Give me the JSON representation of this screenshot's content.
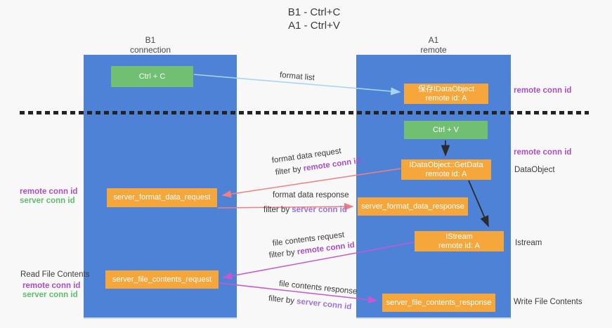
{
  "title": {
    "line1": "B1 - Ctrl+C",
    "line2": "A1 - Ctrl+V"
  },
  "lanes": {
    "left": {
      "title": "B1",
      "subtitle": "connection"
    },
    "right": {
      "title": "A1",
      "subtitle": "remote"
    }
  },
  "boxes": {
    "ctrl_c": {
      "label": "Ctrl + C"
    },
    "save_idataobject": {
      "line1": "保存IDataObject",
      "line2": "remote id: A"
    },
    "ctrl_v": {
      "label": "Ctrl + V"
    },
    "getdata": {
      "line1": "IDataObject::GetData",
      "line2": "remote id: A"
    },
    "format_request": {
      "label": "server_format_data_request"
    },
    "format_response": {
      "label": "server_format_data_response"
    },
    "istream": {
      "line1": "IStream",
      "line2": "remote id: A"
    },
    "file_request": {
      "label": "server_file_contents_request"
    },
    "file_response": {
      "label": "server_file_contents_response"
    }
  },
  "flow_labels": {
    "format_list": "format list",
    "format_data_request": "format data request",
    "format_data_request_filter_prefix": "filter by ",
    "format_data_request_filter_key": "remote conn id",
    "format_data_response": "format data response",
    "format_data_response_filter_prefix": "filter by ",
    "format_data_response_filter_key": "server conn id",
    "file_contents_request": "file contents request",
    "file_contents_request_filter_prefix": "filter by ",
    "file_contents_request_filter_key": "remote conn id",
    "file_contents_response": "file contents response",
    "file_contents_response_filter_prefix": "filter by ",
    "file_contents_response_filter_key": "server conn id"
  },
  "side_labels": {
    "right_remote_conn_id_top": "remote conn id",
    "right_remote_conn_id_mid": "remote conn id",
    "right_dataobject": "DataObject",
    "right_istream": "Istream",
    "right_write_file_contents": "Write File Contents",
    "left_remote_conn_id_top": "remote conn id",
    "left_server_conn_id_top": "server conn id",
    "left_read_file_contents": "Read File Contents",
    "left_remote_conn_id_bottom": "remote conn id",
    "left_server_conn_id_bottom": "server conn id"
  },
  "colors": {
    "lane_blue": "#4d82d6",
    "box_orange": "#f5a73c",
    "box_green": "#70bf73",
    "purple_label": "#ab4fc8",
    "violet_label": "#9c74d8",
    "green_label": "#5fbe6c",
    "arrow_salmon": "#ee7f82",
    "arrow_magenta": "#c957cf",
    "arrow_light_blue": "#a5d5f2",
    "arrow_black": "#2b2b2b"
  }
}
